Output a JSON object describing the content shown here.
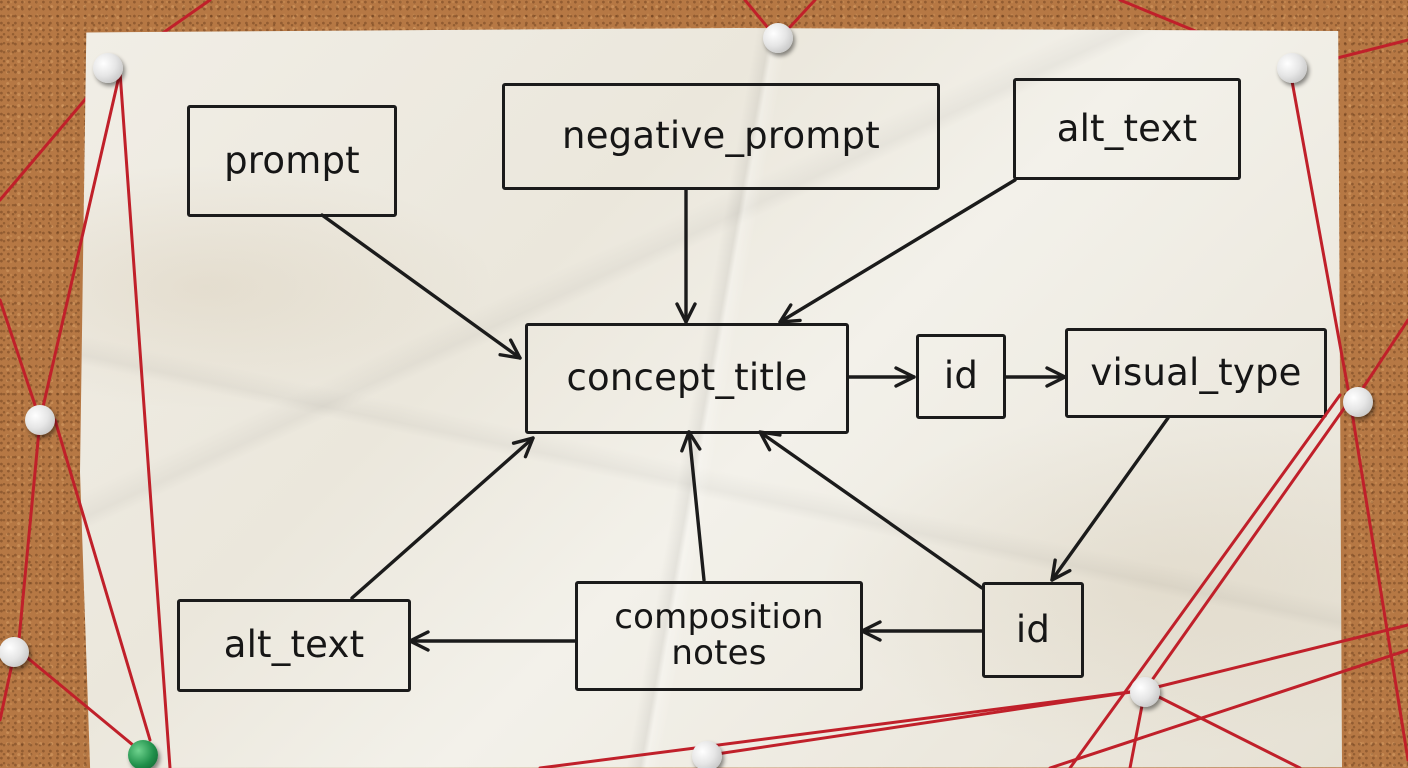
{
  "nodes": {
    "prompt": "prompt",
    "negative_prompt": "negative_prompt",
    "alt_text_top": "alt_text",
    "concept_title": "concept_title",
    "id_top": "id",
    "visual_type": "visual_type",
    "alt_text_bottom": "alt_text",
    "composition_notes": "composition\nnotes",
    "id_bottom": "id"
  },
  "edges": [
    {
      "from": "prompt",
      "to": "concept_title"
    },
    {
      "from": "negative_prompt",
      "to": "concept_title"
    },
    {
      "from": "alt_text_top",
      "to": "concept_title"
    },
    {
      "from": "concept_title",
      "to": "id_top"
    },
    {
      "from": "id_top",
      "to": "visual_type"
    },
    {
      "from": "visual_type",
      "to": "id_bottom"
    },
    {
      "from": "id_bottom",
      "to": "composition_notes"
    },
    {
      "from": "id_bottom",
      "to": "concept_title"
    },
    {
      "from": "composition_notes",
      "to": "concept_title"
    },
    {
      "from": "composition_notes",
      "to": "alt_text_bottom"
    },
    {
      "from": "alt_text_bottom",
      "to": "concept_title"
    }
  ],
  "colors": {
    "ink": "#1b1b1b",
    "string": "#c0202a",
    "cork": "#b67844",
    "paper": "#efece4",
    "pin": "#e6e6e6",
    "pin_green": "#20904b"
  }
}
